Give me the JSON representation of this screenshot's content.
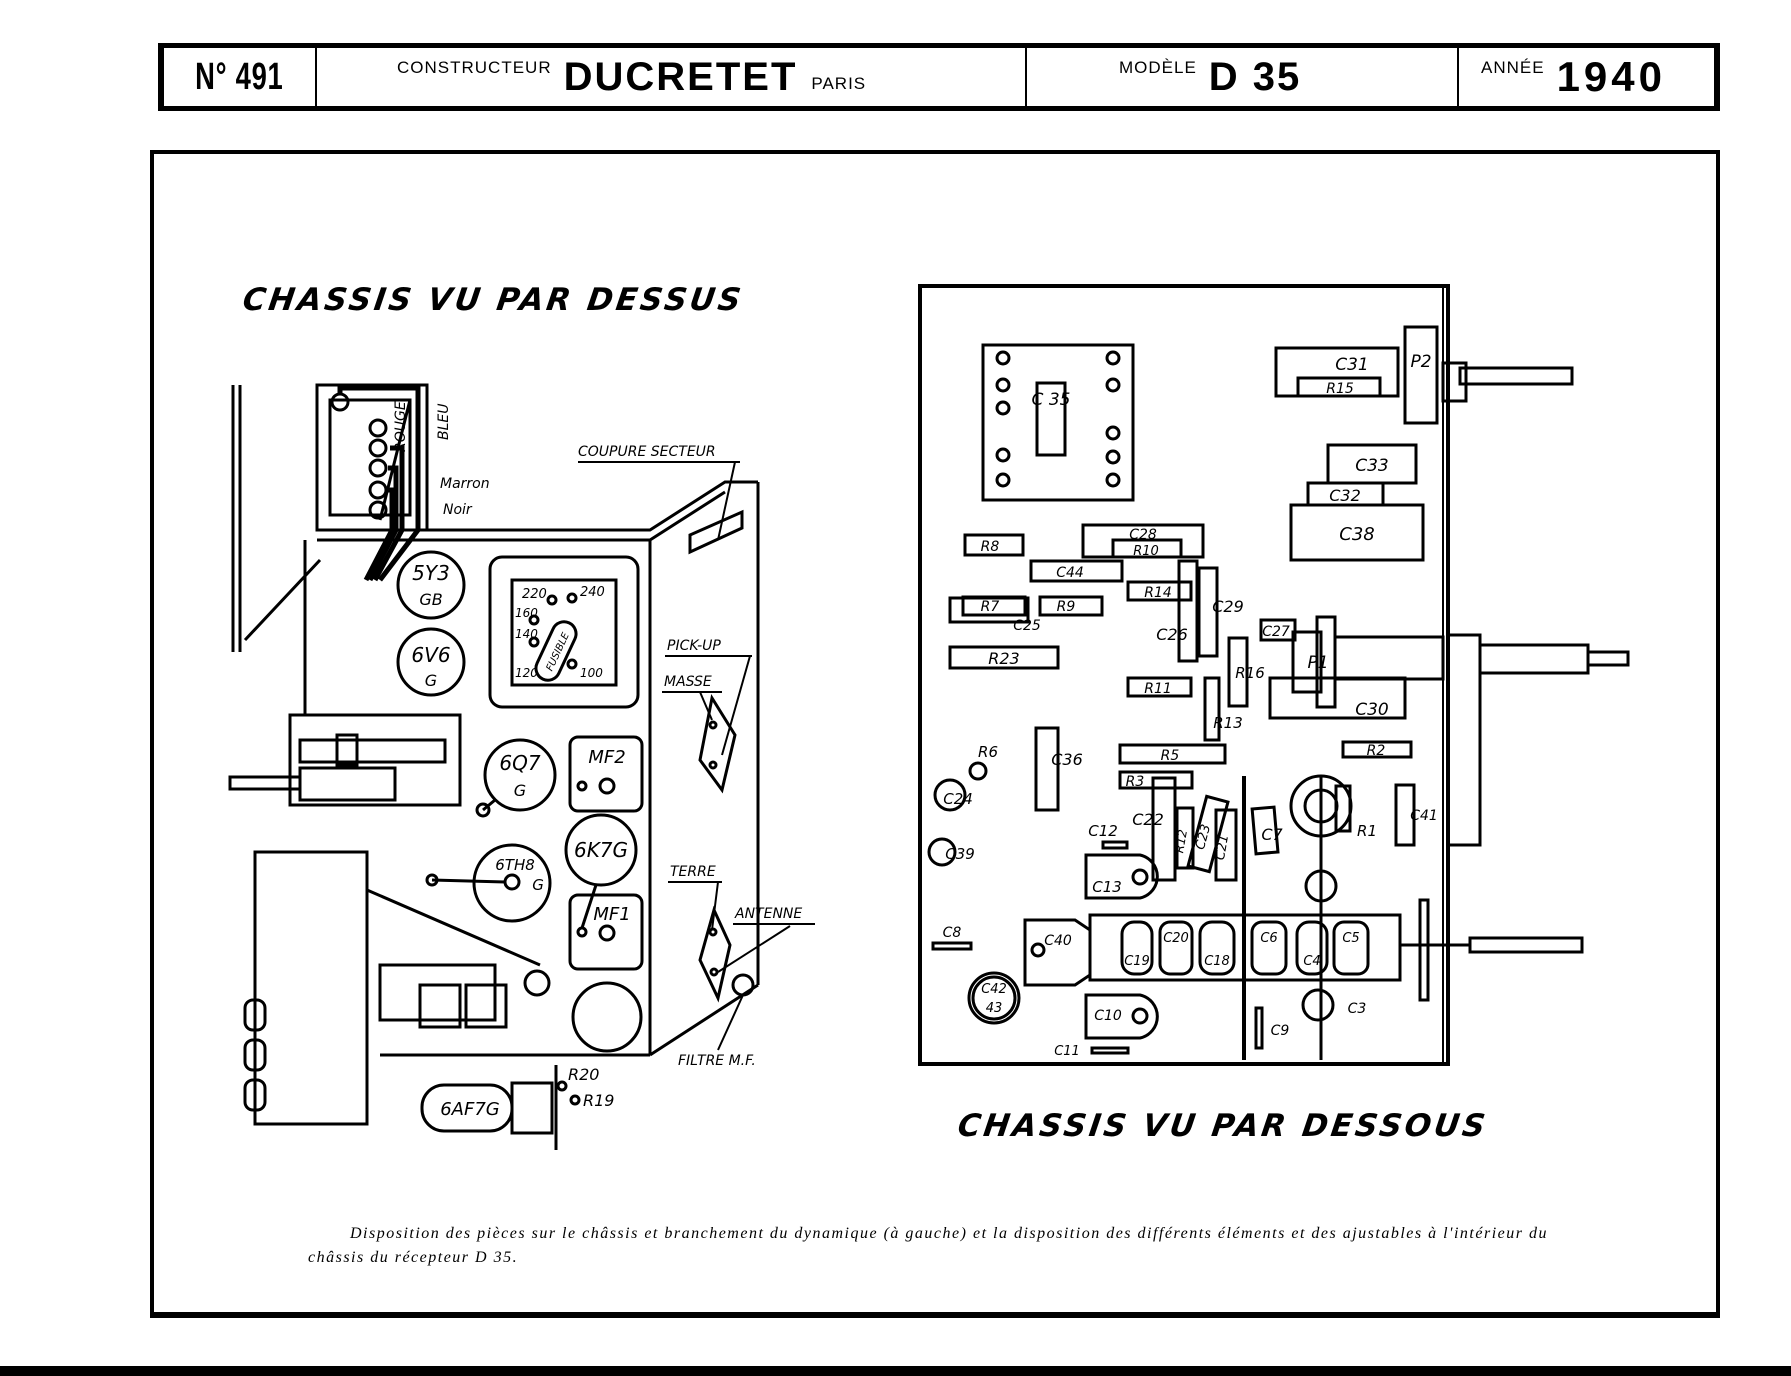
{
  "header": {
    "number": "N° 491",
    "constructor_label": "CONSTRUCTEUR",
    "constructor_name": "DUCRETET",
    "constructor_city": "PARIS",
    "model_label": "MODÈLE",
    "model_value": "D 35",
    "year_label": "ANNÉE",
    "year_value": "1940"
  },
  "left_diagram": {
    "title": "CHASSIS  VU PAR DESSUS",
    "wire_labels": [
      "ROUGE",
      "BLEU",
      "Marron",
      "Noir"
    ],
    "tubes": [
      {
        "name": "5Y3",
        "sub": "GB"
      },
      {
        "name": "6V6",
        "sub": "G"
      },
      {
        "name": "6Q7",
        "sub": "G"
      },
      {
        "name": "6TH8",
        "sub": "G"
      },
      {
        "name": "6K7G",
        "sub": ""
      },
      {
        "name": "6AF7G",
        "sub": ""
      }
    ],
    "voltage_selector": {
      "taps": [
        "220",
        "240",
        "160",
        "140",
        "120",
        "100"
      ],
      "fuse_label": "FUSIBLE"
    },
    "transformers": [
      "MF2",
      "MF1"
    ],
    "labels": {
      "coupure": "COUPURE SECTEUR",
      "pickup": "PICK-UP",
      "masse": "MASSE",
      "terre": "TERRE",
      "antenne": "ANTENNE",
      "filtre": "FILTRE M.F.",
      "r20": "R20",
      "r19": "R19"
    }
  },
  "right_diagram": {
    "title": "CHASSIS  VU PAR DESSOUS",
    "components": {
      "c35": "C 35",
      "c31": "C31",
      "r15": "R15",
      "p2": "P2",
      "c33": "C33",
      "c32": "C32",
      "c38": "C38",
      "r8": "R8",
      "c28": "C28",
      "r10": "R10",
      "c44": "C44",
      "r7": "R7",
      "r9": "R9",
      "c25": "C25",
      "r14": "R14",
      "c29": "C29",
      "c26": "C26",
      "c27": "C27",
      "p1": "P1",
      "r23": "R23",
      "r11": "R11",
      "r16": "R16",
      "r13": "R13",
      "c30": "C30",
      "r6": "R6",
      "c36": "C36",
      "r5": "R5",
      "r2": "R2",
      "c24": "C24",
      "r3": "R3",
      "c22": "C22",
      "r12": "R12",
      "c23": "C23",
      "c21": "C21",
      "c7": "C7",
      "r1": "R1",
      "c41": "C41",
      "c12": "C12",
      "c39": "C39",
      "c13": "C13",
      "c8": "C8",
      "c40": "C40",
      "c19": "C19",
      "c20": "C20",
      "c18": "C18",
      "c6": "C6",
      "c4": "C4",
      "c5": "C5",
      "c3": "C3",
      "c42": "C42",
      "c43": "43",
      "c10": "C10",
      "c9": "C9",
      "c11": "C11"
    }
  },
  "caption": "Disposition des pièces sur le châssis et branchement du dynamique (à gauche) et la disposition des différents éléments et des ajustables à l'intérieur du châssis du récepteur D 35."
}
